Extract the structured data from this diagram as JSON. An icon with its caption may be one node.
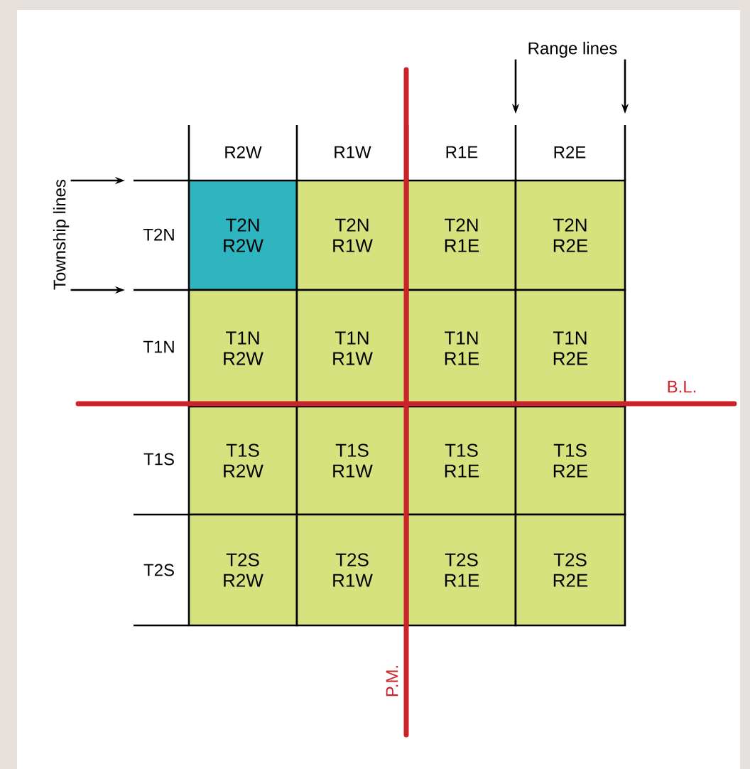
{
  "diagram": {
    "nodes": [
      {
        "text": [
          "Range lines"
        ]
      },
      {
        "text": [
          "Township lines"
        ]
      },
      {
        "text": [
          "T2N R2W"
        ]
      },
      {
        "text": [
          "T2N R1W"
        ]
      },
      {
        "text": [
          "T2N R1E"
        ]
      },
      {
        "text": [
          "T2N R2E"
        ]
      },
      {
        "text": [
          "T1N R2W"
        ]
      },
      {
        "text": [
          "T1N R1W"
        ]
      },
      {
        "text": [
          "T1N R1E"
        ]
      },
      {
        "text": [
          "T1N R2E"
        ]
      },
      {
        "text": [
          "T1S R2W"
        ]
      },
      {
        "text": [
          "T1S R1W"
        ]
      },
      {
        "text": [
          "T1S R1E"
        ]
      },
      {
        "text": [
          "T1S R2E"
        ]
      },
      {
        "text": [
          "T2S R2W"
        ]
      },
      {
        "text": [
          "T2S R1W"
        ]
      },
      {
        "text": [
          "T2S R1E"
        ]
      },
      {
        "text": [
          "T2S R2E"
        ]
      }
    ],
    "edges": [
      {
        "from": 0,
        "to": null,
        "arrow": "to"
      },
      {
        "from": 0,
        "to": null,
        "arrow": "to"
      },
      {
        "from": 1,
        "to": null,
        "arrow": "to"
      },
      {
        "from": 1,
        "to": null,
        "arrow": "to"
      }
    ],
    "labels": [
      "R2W",
      "R1W",
      "R1E",
      "R2E",
      "T2N",
      "T1N",
      "B.L.",
      "T1S",
      "T2S",
      "P.M."
    ]
  }
}
